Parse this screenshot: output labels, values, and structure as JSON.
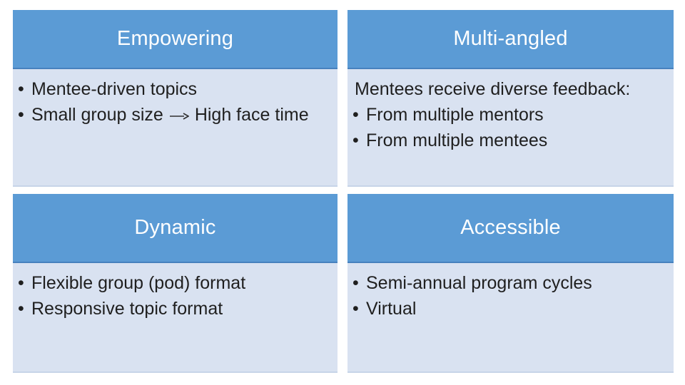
{
  "bullet_char": "•",
  "colors": {
    "slide_bg": "#FFFFFF",
    "header_bg": "#5B9BD5",
    "header_divider": "#4781BE",
    "header_text": "#FFFFFF",
    "body_bg": "#D9E2F1",
    "body_divider": "#C7D4E8",
    "body_text": "#1F1F1F",
    "arrow_color": "#303030"
  },
  "quadrants": [
    {
      "title": "Empowering",
      "items": [
        {
          "text": "Mentee-driven topics"
        },
        {
          "text": "Small group size",
          "arrow_icon": "→",
          "text_after_arrow": "High face time"
        }
      ]
    },
    {
      "title": "Multi-angled",
      "intro": "Mentees receive diverse feedback:",
      "items": [
        {
          "text": "From multiple mentors"
        },
        {
          "text": "From multiple mentees"
        }
      ]
    },
    {
      "title": "Dynamic",
      "items": [
        {
          "text": "Flexible group (pod) format"
        },
        {
          "text": "Responsive topic format"
        }
      ]
    },
    {
      "title": "Accessible",
      "items": [
        {
          "text": "Semi-annual program cycles"
        },
        {
          "text": "Virtual"
        }
      ]
    }
  ]
}
